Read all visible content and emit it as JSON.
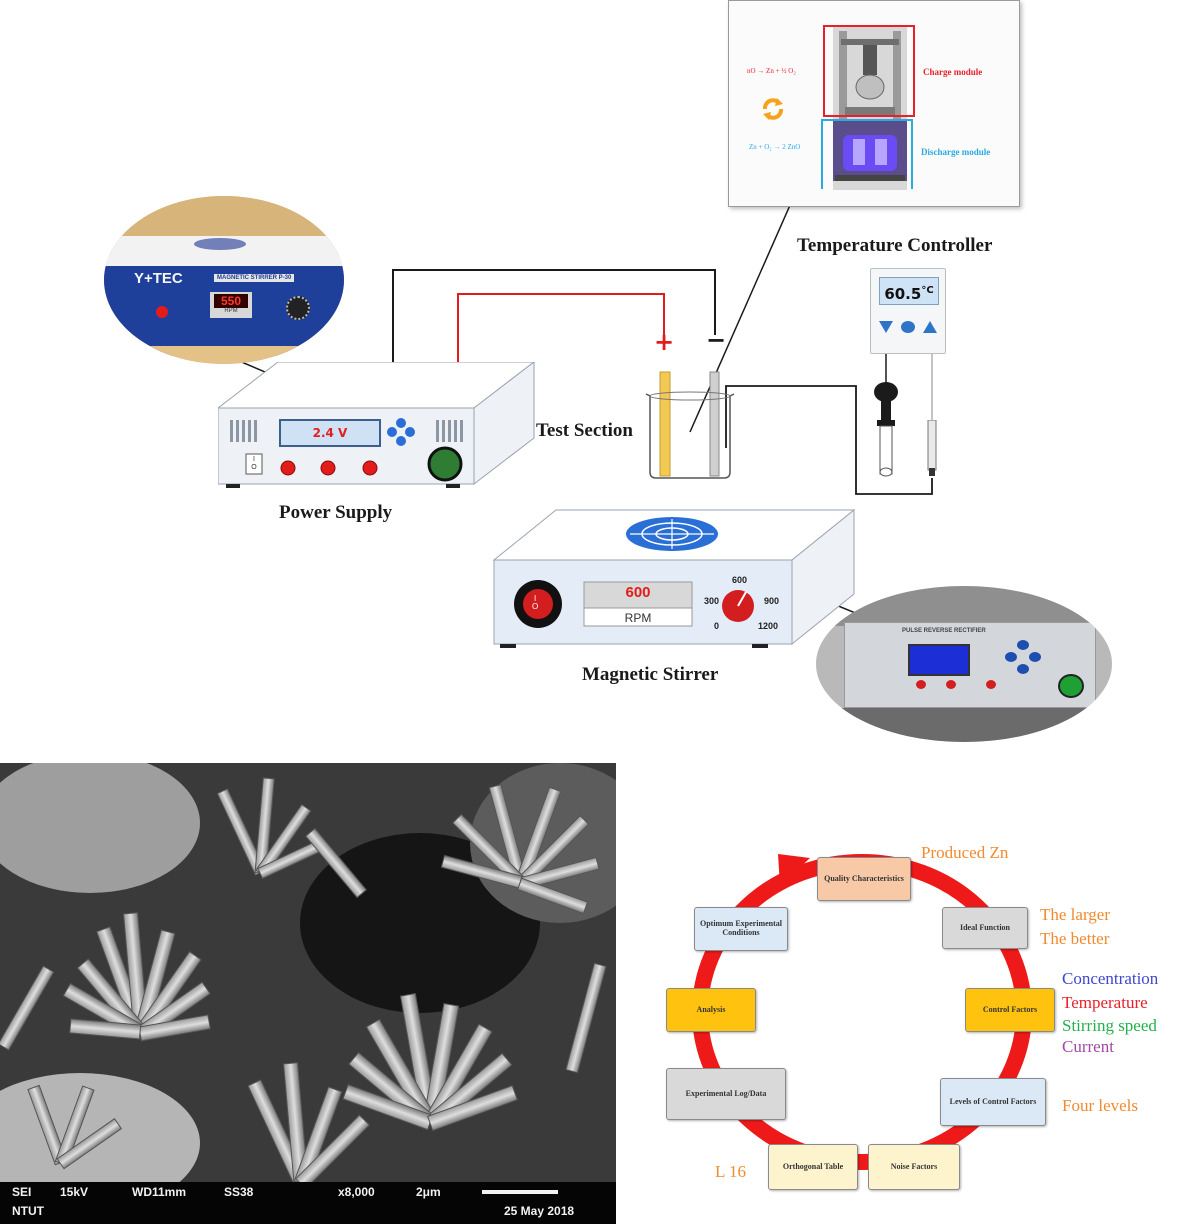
{
  "colors": {
    "wire_red": "#e21b1b",
    "wire_black": "#1a1a1a",
    "cycle_red": "#ee1a1a",
    "charge_module": "#e8202a",
    "discharge_module": "#29aae1",
    "orange_note": "#f28a2e",
    "concentration": "#3f48cc",
    "temperature": "#e8202a",
    "stirring_speed": "#22b14c",
    "current": "#a349a4",
    "box_orange": "#f8c9a7",
    "box_gray": "#d9d9d9",
    "box_yellow": "#ffc20e",
    "box_blue": "#dbe9f6",
    "box_cream": "#fdf3cc"
  },
  "module_inset": {
    "charge_equation": "nO → Zn + ½ O₂",
    "discharge_equation": "Zn + O₂ → 2 ZnO",
    "charge_label": "Charge module",
    "discharge_label": "Discharge module",
    "cycle_icon": "refresh-arrows-icon"
  },
  "temperature_controller": {
    "label": "Temperature Controller",
    "reading": "60.5",
    "unit": "°C"
  },
  "power_supply": {
    "label": "Power Supply",
    "display": "2.4 V",
    "power_switch": "I O"
  },
  "test_section": {
    "label": "Test Section",
    "positive": "+",
    "negative": "−"
  },
  "magnetic_stirrer": {
    "label": "Magnetic Stirrer",
    "display": "600",
    "display_unit": "RPM",
    "switch": "I O",
    "dial_marks": [
      "600",
      "300",
      "900",
      "0",
      "1200"
    ]
  },
  "stirrer_photo": {
    "brand": "Y+TEC",
    "model": "MAGNETIC STIRRER P-30",
    "display": "550",
    "display_unit": "RPM"
  },
  "rectifier_photo": {
    "title": "PULSE REVERSE RECTIFIER"
  },
  "sem": {
    "mode": "SEI",
    "voltage": "15kV",
    "wd": "WD11mm",
    "ss": "SS38",
    "magnification": "x8,000",
    "scale": "2μm",
    "institution": "NTUT",
    "date": "25 May 2018"
  },
  "cycle": {
    "boxes": {
      "quality": "Quality Characteristics",
      "ideal": "Ideal Function",
      "control": "Control Factors",
      "levels": "Levels of Control Factors",
      "noise": "Noise Factors",
      "orthogonal": "Orthogonal Table",
      "experimental": "Experimental Log/Data",
      "analysis": "Analysis",
      "optimum": "Optimum Experimental Conditions"
    },
    "notes": {
      "produced": "Produced Zn",
      "larger": "The larger",
      "better": "The better",
      "concentration": "Concentration",
      "temperature": "Temperature",
      "stirring": "Stirring speed",
      "current": "Current",
      "four_levels": "Four levels",
      "l16": "L 16"
    }
  }
}
